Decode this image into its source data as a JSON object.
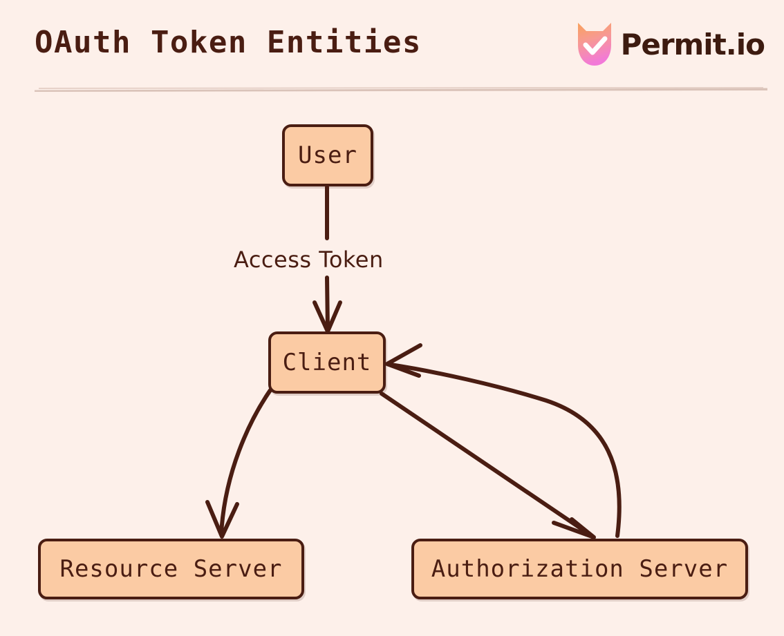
{
  "header": {
    "title": "OAuth Token Entities",
    "brand_name": "Permit.io",
    "brand_icon": "permit-shield-check-icon",
    "divider_color": "#d8c0b6"
  },
  "theme": {
    "background": "#fdf0ea",
    "node_fill": "#fbcba4",
    "stroke": "#4a1d12",
    "text": "#4a1d12",
    "brand_gradient_start": "#f9a15b",
    "brand_gradient_end": "#f279d8"
  },
  "diagram": {
    "type": "flowchart",
    "nodes": [
      {
        "id": "user",
        "label": "User"
      },
      {
        "id": "client",
        "label": "Client"
      },
      {
        "id": "resource",
        "label": "Resource Server"
      },
      {
        "id": "authz",
        "label": "Authorization Server"
      }
    ],
    "edges": [
      {
        "from": "user",
        "to": "client",
        "label": "Access Token",
        "style": "straight-arrow"
      },
      {
        "from": "client",
        "to": "resource",
        "label": "",
        "style": "curved-arrow"
      },
      {
        "from": "client",
        "to": "authz",
        "label": "",
        "style": "straight-arrow"
      },
      {
        "from": "authz",
        "to": "client",
        "label": "",
        "style": "curved-arrow"
      }
    ]
  }
}
